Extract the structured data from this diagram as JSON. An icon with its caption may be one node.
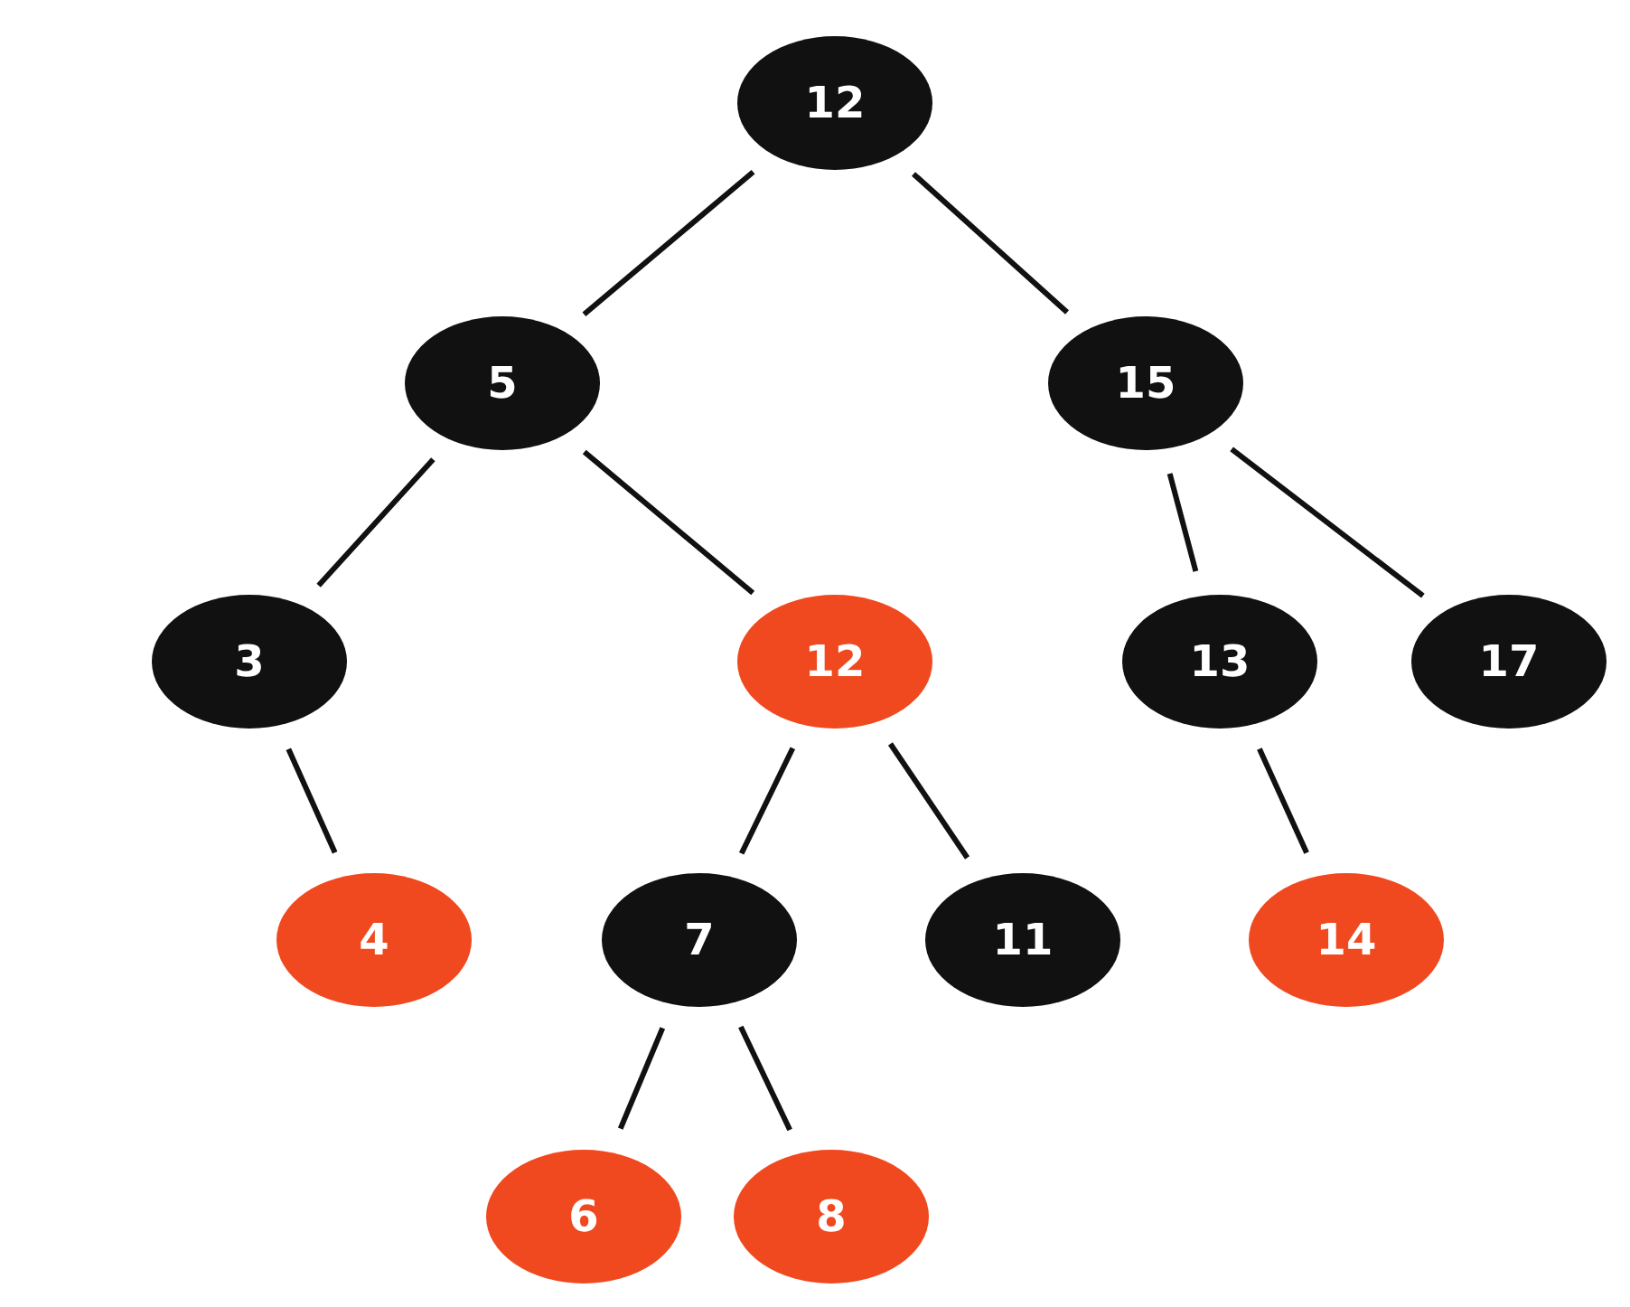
{
  "diagram": {
    "nodes": [
      {
        "text": [
          "12"
        ]
      },
      {
        "text": [
          "5"
        ]
      },
      {
        "text": [
          "15"
        ]
      },
      {
        "text": [
          "3"
        ]
      },
      {
        "text": [
          "12"
        ]
      },
      {
        "text": [
          "13"
        ]
      },
      {
        "text": [
          "17"
        ]
      },
      {
        "text": [
          "4"
        ]
      },
      {
        "text": [
          "7"
        ]
      },
      {
        "text": [
          "11"
        ]
      },
      {
        "text": [
          "14"
        ]
      },
      {
        "text": [
          "6"
        ]
      },
      {
        "text": [
          "8"
        ]
      }
    ],
    "edges": [
      {
        "from": 0,
        "to": 1,
        "arrow": "none"
      },
      {
        "from": 0,
        "to": 2,
        "arrow": "none"
      },
      {
        "from": 1,
        "to": 3,
        "arrow": "none"
      },
      {
        "from": 1,
        "to": 4,
        "arrow": "none"
      },
      {
        "from": 2,
        "to": 5,
        "arrow": "none"
      },
      {
        "from": 2,
        "to": 6,
        "arrow": "none"
      },
      {
        "from": 3,
        "to": 7,
        "arrow": "none"
      },
      {
        "from": 4,
        "to": 8,
        "arrow": "none"
      },
      {
        "from": 4,
        "to": 9,
        "arrow": "none"
      },
      {
        "from": 5,
        "to": 10,
        "arrow": "none"
      },
      {
        "from": 8,
        "to": 11,
        "arrow": "none"
      },
      {
        "from": 8,
        "to": 12,
        "arrow": "none"
      }
    ]
  }
}
